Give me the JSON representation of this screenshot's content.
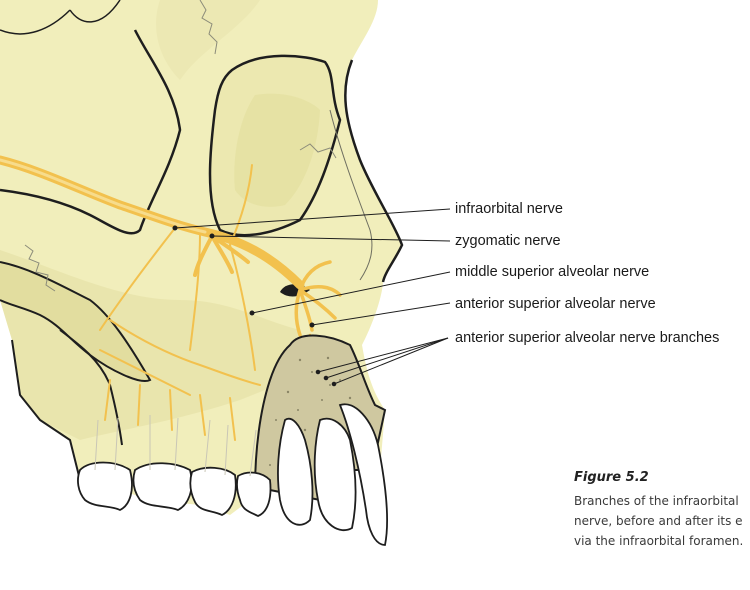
{
  "labels": {
    "infraorbital": "infraorbital nerve",
    "zygomatic": "zygomatic nerve",
    "middle_superior_alveolar": "middle superior alveolar nerve",
    "anterior_superior_alveolar": "anterior superior alveolar nerve",
    "anterior_superior_alveolar_branches": "anterior superior alveolar nerve branches"
  },
  "caption": {
    "title": "Figure 5.2",
    "lines": [
      "Branches of the infraorbital",
      "nerve, before and after its e",
      "via the infraorbital foramen."
    ]
  },
  "colors": {
    "bone": "#f1eebb",
    "bone_shade": "#e2dd9f",
    "nerve": "#f2c14e",
    "outline": "#1e1e1e",
    "alveolar_bone": "#cfc8a0",
    "tooth": "#ffffff"
  }
}
